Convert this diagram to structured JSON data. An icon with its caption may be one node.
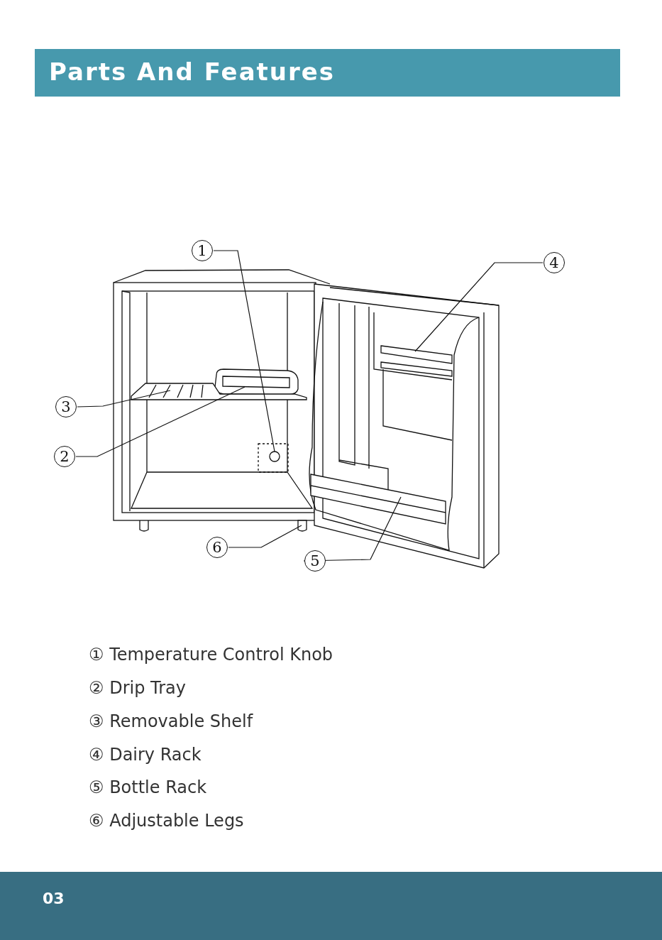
{
  "diagram": {
    "title": "Parts And Features",
    "nodes": [
      {
        "text": [
          "1"
        ]
      },
      {
        "text": [
          "2"
        ]
      },
      {
        "text": [
          "3"
        ]
      },
      {
        "text": [
          "4"
        ]
      },
      {
        "text": [
          "5"
        ]
      },
      {
        "text": [
          "6"
        ]
      },
      {
        "text": [],
        "shape": "circle"
      },
      {
        "text": [],
        "shape": "box"
      },
      {
        "text": [],
        "shape": "box"
      },
      {
        "text": [],
        "shape": "bar"
      },
      {
        "text": [],
        "shape": "bar"
      },
      {
        "text": [],
        "shape": "bar"
      }
    ],
    "edges": [
      {
        "from": 0,
        "to": 6,
        "arrow": "none"
      },
      {
        "from": 1,
        "to": 7,
        "arrow": "none"
      },
      {
        "from": 2,
        "to": 8,
        "arrow": "none"
      },
      {
        "from": 3,
        "to": 9,
        "arrow": "none"
      },
      {
        "from": 4,
        "to": 10,
        "arrow": "none"
      },
      {
        "from": 5,
        "to": 11,
        "arrow": "none"
      }
    ],
    "labels": [
      "① Temperature Control Knob",
      "② Drip Tray",
      "③ Removable Shelf",
      "④ Dairy Rack",
      "⑤ Bottle Rack",
      "⑥ Adjustable Legs",
      "03"
    ]
  }
}
